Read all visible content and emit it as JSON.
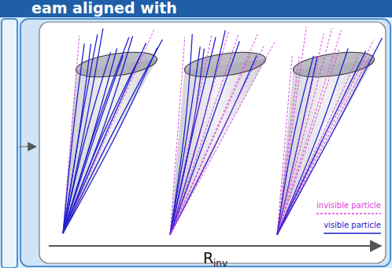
{
  "diagram": {
    "labels": [
      "eam aligned with",
      "R",
      "inv"
    ],
    "legend": [
      {
        "text": "invisible particle"
      },
      {
        "text": "visible particle"
      }
    ]
  }
}
